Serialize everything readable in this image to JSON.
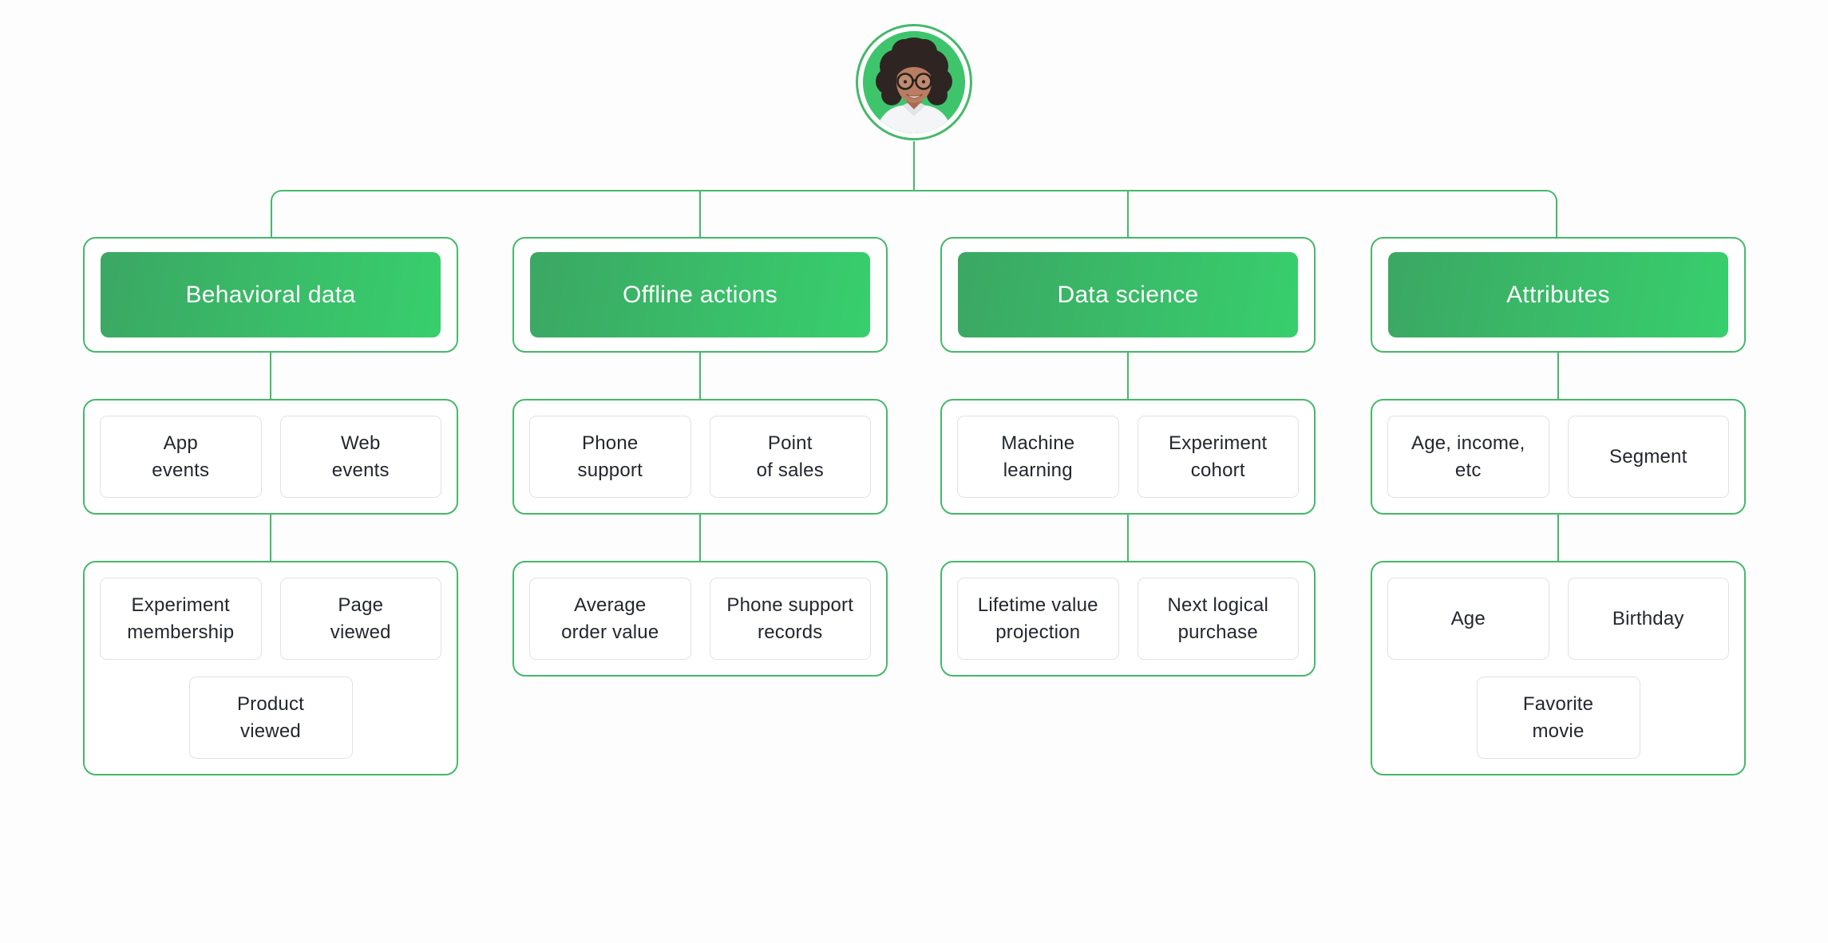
{
  "colors": {
    "line_green": "#45b86a",
    "button_gradient_start": "#3ba763",
    "button_gradient_end": "#38cf6d",
    "card_border": "#dfe2e6",
    "text_dark": "#23272e",
    "text_light": "#ffffff",
    "page_bg": "#fdfdfd",
    "avatar_green": "#3ec56c"
  },
  "diagram": {
    "root": {
      "avatar_description": "customer profile photo"
    },
    "columns": [
      {
        "title": "Behavioral data",
        "groups": [
          {
            "items": [
              {
                "label": "App\nevents"
              },
              {
                "label": "Web\nevents"
              }
            ]
          },
          {
            "items": [
              {
                "label": "Experiment\nmembership"
              },
              {
                "label": "Page\nviewed"
              },
              {
                "label": "Product\nviewed"
              }
            ]
          }
        ]
      },
      {
        "title": "Offline actions",
        "groups": [
          {
            "items": [
              {
                "label": "Phone\nsupport"
              },
              {
                "label": "Point\nof sales"
              }
            ]
          },
          {
            "items": [
              {
                "label": "Average\norder value"
              },
              {
                "label": "Phone support\nrecords"
              }
            ]
          }
        ]
      },
      {
        "title": "Data science",
        "groups": [
          {
            "items": [
              {
                "label": "Machine\nlearning"
              },
              {
                "label": "Experiment\ncohort"
              }
            ]
          },
          {
            "items": [
              {
                "label": "Lifetime value\nprojection"
              },
              {
                "label": "Next logical\npurchase"
              }
            ]
          }
        ]
      },
      {
        "title": "Attributes",
        "groups": [
          {
            "items": [
              {
                "label": "Age, income,\netc"
              },
              {
                "label": "Segment"
              }
            ]
          },
          {
            "items": [
              {
                "label": "Age"
              },
              {
                "label": "Birthday"
              },
              {
                "label": "Favorite\nmovie"
              }
            ]
          }
        ]
      }
    ]
  }
}
